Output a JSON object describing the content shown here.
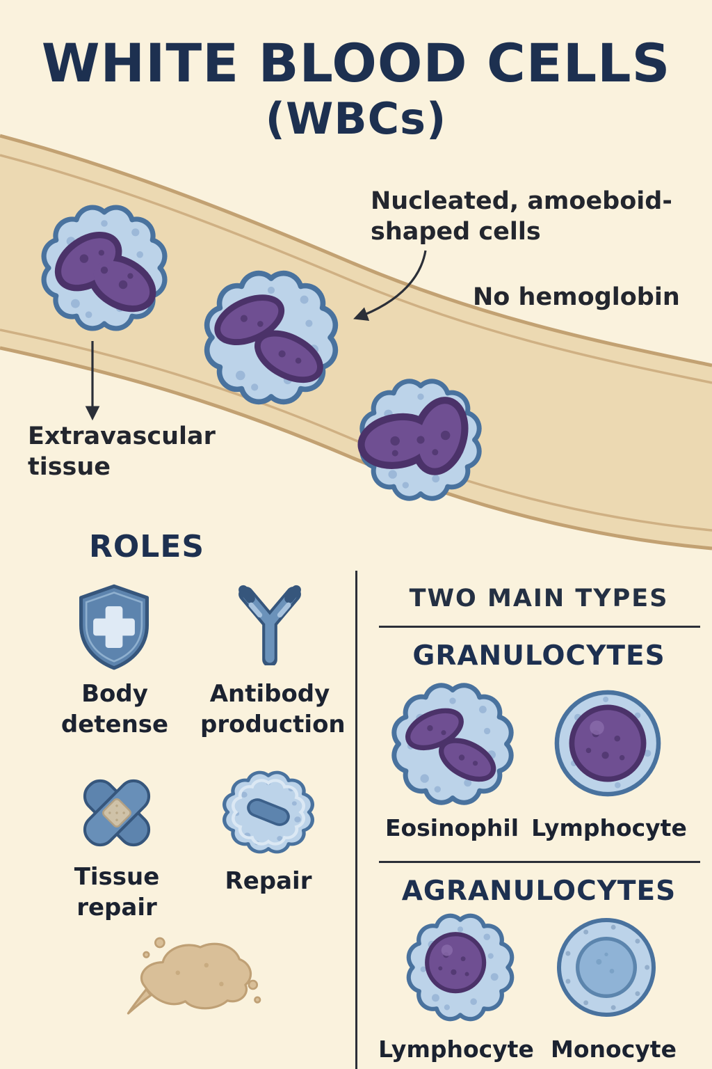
{
  "title": {
    "line1": "WHITE BLOOD CELLS",
    "line2": "(WBCs)"
  },
  "annotations": {
    "nucleated": "Nucleated, amoeboid-\nshaped cells",
    "no_hemoglobin": "No hemoglobin",
    "extravascular": "Extravascular\ntissue"
  },
  "roles": {
    "heading": "ROLES",
    "items": [
      {
        "icon": "shield-cross-icon",
        "label": "Body\ndetense"
      },
      {
        "icon": "antibody-y-icon",
        "label": "Antibody\nproduction"
      },
      {
        "icon": "crossed-bandages-icon",
        "label": "Tissue\nrepair"
      },
      {
        "icon": "repair-cell-icon",
        "label": "Repair"
      }
    ]
  },
  "types": {
    "heading": "TWO MAIN TYPES",
    "groups": [
      {
        "heading": "GRANULOCYTES",
        "cells": [
          "Eosinophil",
          "Lymphocyte"
        ]
      },
      {
        "heading": "AGRANULOCYTES",
        "cells": [
          "Lymphocyte",
          "Monocyte"
        ]
      }
    ]
  },
  "colors": {
    "background": "#faf2dd",
    "heading_navy": "#1d3050",
    "ink": "#23262e",
    "vessel_fill": "#ecd9b2",
    "vessel_wall": "#c2a172",
    "cell_body": "#bcd3e9",
    "cell_outline": "#49729e",
    "nucleus": "#6f4f92",
    "nucleus_outline": "#4b3269",
    "icon_blue": "#5d84ae",
    "tan_blob": "#d9bf98"
  }
}
